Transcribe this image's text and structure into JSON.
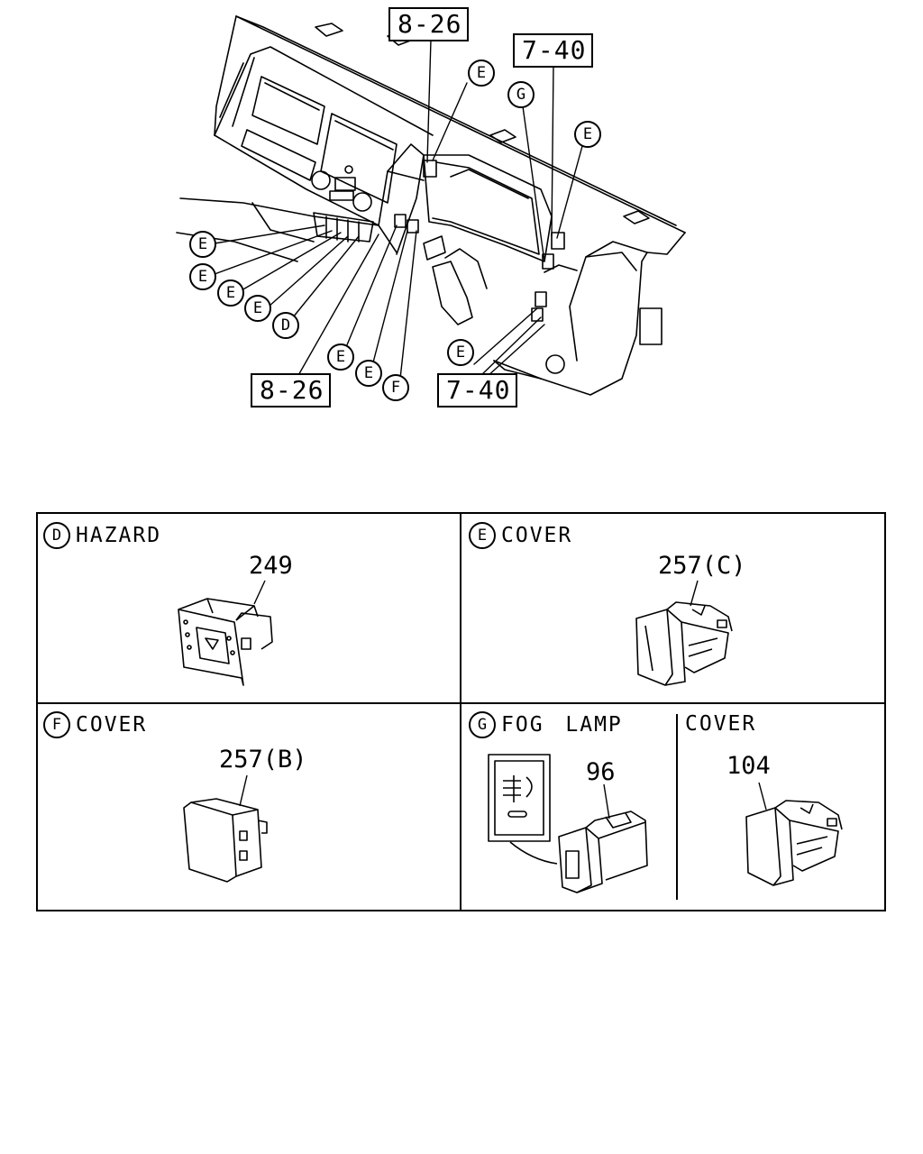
{
  "callouts": {
    "E": "E",
    "D": "D",
    "F": "F",
    "G": "G"
  },
  "references": {
    "ref_8_26_top": "8-26",
    "ref_7_40_top": "7-40",
    "ref_8_26_bottom": "8-26",
    "ref_7_40_bottom": "7-40"
  },
  "panels": {
    "d": {
      "letter": "D",
      "title": "HAZARD",
      "part_number": "249"
    },
    "e": {
      "letter": "E",
      "title": "COVER",
      "part_number": "257(C)"
    },
    "f": {
      "letter": "F",
      "title": "COVER",
      "part_number": "257(B)"
    },
    "g": {
      "letter": "G",
      "title": "FOG LAMP",
      "part_number": "96"
    },
    "g_cover": {
      "title": "COVER",
      "part_number": "104"
    }
  }
}
